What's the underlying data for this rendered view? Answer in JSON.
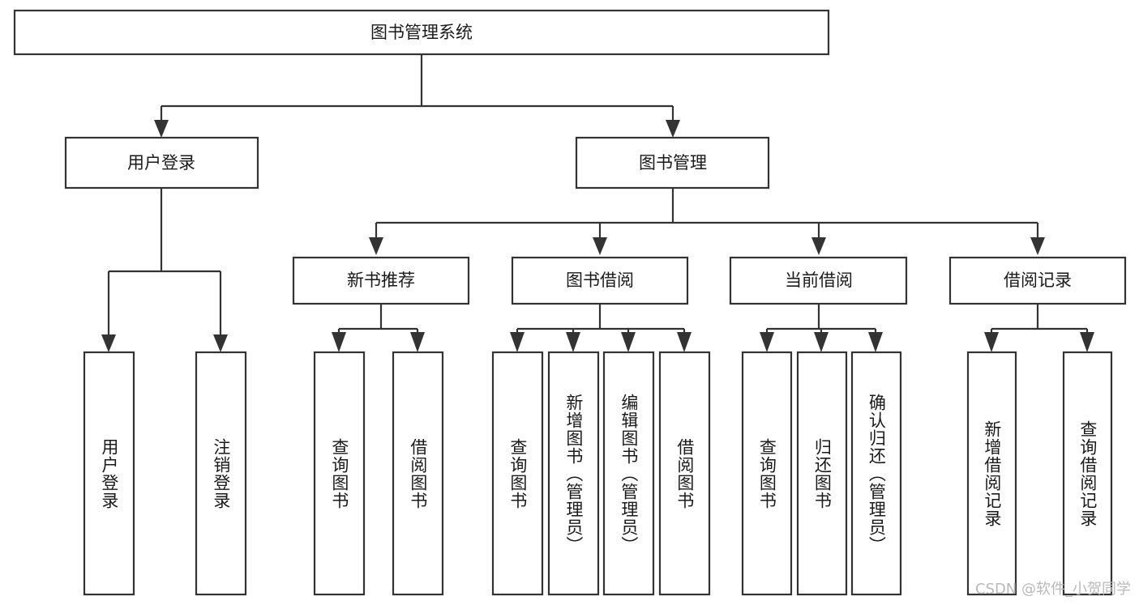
{
  "diagram": {
    "title": "图书管理系统",
    "type": "tree",
    "watermark": "CSDN @软件_小贺同学",
    "colors": {
      "stroke": "#333333",
      "fill": "#ffffff",
      "text": "#1a1a1a",
      "watermark": "#b9b9b9",
      "background": "#ffffff"
    },
    "levels": {
      "root": {
        "label": "图书管理系统"
      },
      "level2": [
        {
          "id": "user-login",
          "label": "用户登录"
        },
        {
          "id": "book-management",
          "label": "图书管理"
        }
      ],
      "level3": [
        {
          "id": "new-book-recommend",
          "label": "新书推荐",
          "parent": "book-management"
        },
        {
          "id": "book-borrow",
          "label": "图书借阅",
          "parent": "book-management"
        },
        {
          "id": "current-borrow",
          "label": "当前借阅",
          "parent": "book-management"
        },
        {
          "id": "borrow-record",
          "label": "借阅记录",
          "parent": "book-management"
        }
      ],
      "leaves": [
        {
          "id": "leaf-user-login",
          "label": "用户登录",
          "parent": "user-login"
        },
        {
          "id": "leaf-user-logout",
          "label": "注销登录",
          "parent": "user-login"
        },
        {
          "id": "leaf-query-book-1",
          "label": "查询图书",
          "parent": "new-book-recommend"
        },
        {
          "id": "leaf-borrow-book-1",
          "label": "借阅图书",
          "parent": "new-book-recommend"
        },
        {
          "id": "leaf-query-book-2",
          "label": "查询图书",
          "parent": "book-borrow"
        },
        {
          "id": "leaf-add-book",
          "label": "新增图书（管理员）",
          "parent": "book-borrow"
        },
        {
          "id": "leaf-edit-book",
          "label": "编辑图书（管理员）",
          "parent": "book-borrow"
        },
        {
          "id": "leaf-borrow-book-2",
          "label": "借阅图书",
          "parent": "book-borrow"
        },
        {
          "id": "leaf-query-book-3",
          "label": "查询图书",
          "parent": "current-borrow"
        },
        {
          "id": "leaf-return-book",
          "label": "归还图书",
          "parent": "current-borrow"
        },
        {
          "id": "leaf-confirm-return",
          "label": "确认归还（管理员）",
          "parent": "current-borrow"
        },
        {
          "id": "leaf-add-record",
          "label": "新增借阅记录",
          "parent": "borrow-record"
        },
        {
          "id": "leaf-query-record",
          "label": "查询借阅记录",
          "parent": "borrow-record"
        }
      ]
    }
  }
}
